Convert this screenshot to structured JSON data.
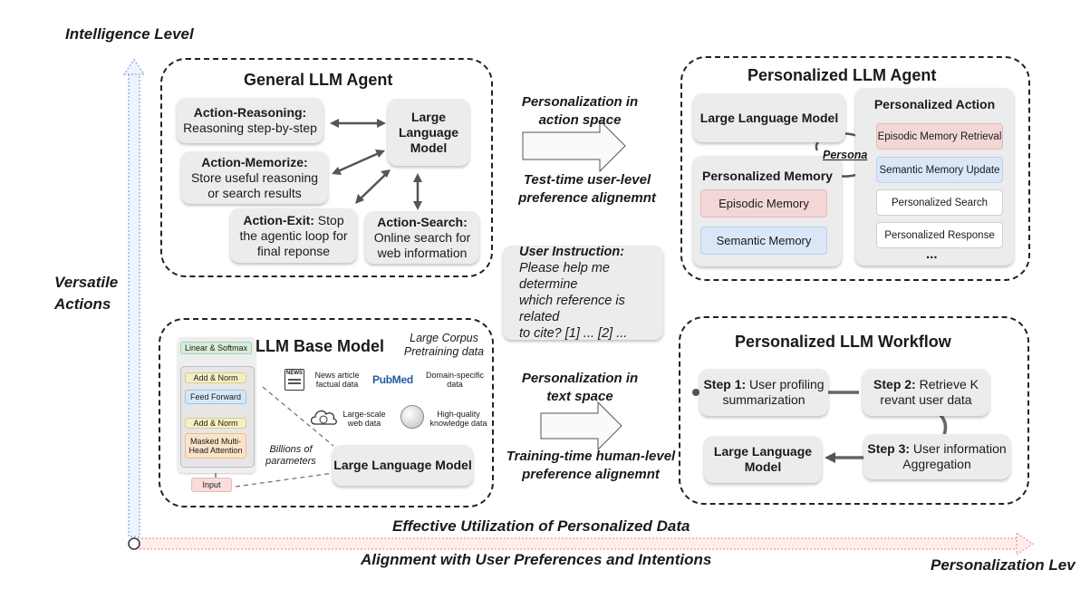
{
  "axes": {
    "y_label": "Intelligence Level",
    "y_mid_label_line1": "Versatile",
    "y_mid_label_line2": "Actions",
    "x_label_top": "Effective Utilization of Personalized Data",
    "x_label_bottom": "Alignment with User Preferences and Intentions",
    "x_label": "Personalization Lev"
  },
  "general_agent": {
    "title": "General LLM Agent",
    "reasoning_title": "Action-Reasoning:",
    "reasoning_text": "Reasoning step-by-step",
    "llm_line1": "Large",
    "llm_line2": "Language",
    "llm_line3": "Model",
    "memorize_title": "Action-Memorize:",
    "memorize_line1": "Store useful reasoning",
    "memorize_line2": "or search results",
    "exit_title": "Action-Exit:",
    "exit_line1": " Stop",
    "exit_line2": "the agentic loop for",
    "exit_line3": "final reponse",
    "search_title": "Action-Search:",
    "search_line1": "Online search for",
    "search_line2": "web information"
  },
  "middle": {
    "action_space_line1": "Personalization in",
    "action_space_line2": "action space",
    "test_time_line1": "Test-time user-level",
    "test_time_line2": "preference alignemnt",
    "instruction_title": "User Instruction:",
    "instruction_line1": "Please help me determine",
    "instruction_line2": "which reference is related",
    "instruction_line3": "to cite? [1] ... [2] ...",
    "text_space_line1": "Personalization in",
    "text_space_line2": "text space",
    "training_time_line1": "Training-time human-level",
    "training_time_line2": "preference alignemnt"
  },
  "personalized_agent": {
    "title": "Personalized LLM Agent",
    "llm": "Large Language Model",
    "persona": "Persona",
    "memory_title": "Personalized Memory",
    "episodic": "Episodic Memory",
    "semantic": "Semantic Memory",
    "action_title": "Personalized Action",
    "actions": [
      "Episodic Memory Retrieval",
      "Semantic Memory Update",
      "Personalized Search",
      "Personalized Response"
    ],
    "more": "..."
  },
  "base_model": {
    "title": "LLM Base Model",
    "corpus_line1": "Large Corpus",
    "corpus_line2": "Pretraining data",
    "layers": {
      "softmax": "Linear & Softmax",
      "addnorm2": "Add & Norm",
      "ffn": "Feed Forward",
      "addnorm1": "Add & Norm",
      "attn_line1": "Masked Multi-",
      "attn_line2": "Head Attention",
      "input": "Input"
    },
    "news_icon": "NEWS",
    "news_line1": "News article",
    "news_line2": "factual data",
    "pubmed_icon": "PubMed",
    "domain_line1": "Domain-specific",
    "domain_line2": "data",
    "web_line1": "Large-scale",
    "web_line2": "web data",
    "wiki_line1": "High-quality",
    "wiki_line2": "knowledge data",
    "billions_line1": "Billions of",
    "billions_line2": "parameters",
    "llm": "Large Language Model"
  },
  "workflow": {
    "title": "Personalized LLM Workflow",
    "step1_bold": "Step 1:",
    "step1_line1": " User profiling",
    "step1_line2": "summarization",
    "step2_bold": "Step 2:",
    "step2_line1": " Retrieve K",
    "step2_line2": "revant user data",
    "step3_bold": "Step 3:",
    "step3_line1": " User information",
    "step3_line2": "Aggregation",
    "llm_line1": "Large Language",
    "llm_line2": "Model"
  },
  "colors": {
    "y_axis": "#8fb5e8",
    "x_axis": "#f2a9a0",
    "episodic_fill": "#f3d7d7",
    "semantic_fill": "#dbe6f7",
    "box_fill": "#ececec"
  }
}
